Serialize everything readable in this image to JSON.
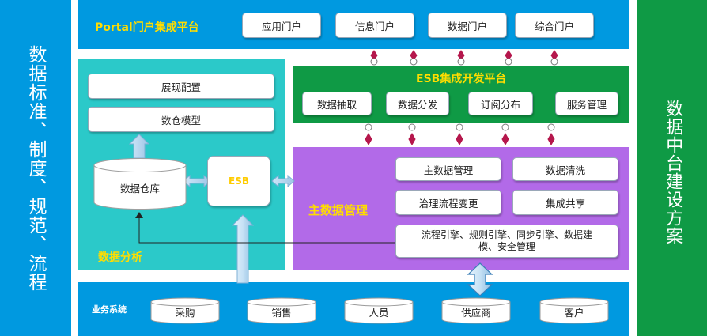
{
  "left_banner": "数据标准、制度、规范、流程",
  "right_banner": "数据中台建设方案",
  "portal": {
    "title": "Portal门户集成平台",
    "items": [
      "应用门户",
      "信息门户",
      "数据门户",
      "综合门户"
    ]
  },
  "esb_platform": {
    "title": "ESB集成开发平台",
    "items": [
      "数据抽取",
      "数据分发",
      "订阅分布",
      "服务管理"
    ]
  },
  "analysis": {
    "title": "数据分析",
    "display_config": "展现配置",
    "data_model": "数仓模型",
    "warehouse": "数据仓库",
    "esb": "ESB"
  },
  "mdm": {
    "title": "主数据管理",
    "items": [
      "主数据管理",
      "数据清洗",
      "治理流程变更",
      "集成共享"
    ],
    "engines": "流程引擎、规则引擎、同步引擎、数据建模、安全管理"
  },
  "business": {
    "label": "业务系统",
    "systems": [
      "采购",
      "销售",
      "人员",
      "供应商",
      "客户"
    ]
  },
  "colors": {
    "blue": "#0099e0",
    "green": "#0f9a45",
    "teal": "#2bc9c9",
    "purple": "#b26ae8",
    "connector": "#b5174c"
  }
}
